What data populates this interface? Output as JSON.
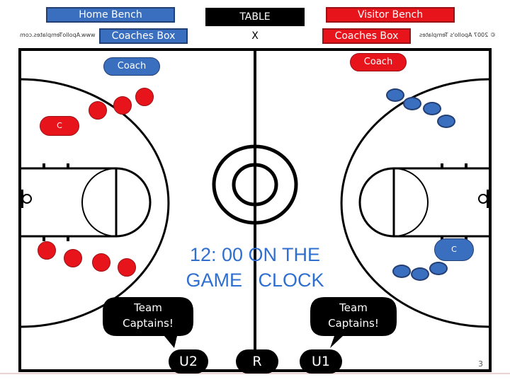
{
  "header": {
    "home_bench": "Home Bench",
    "table": "TABLE",
    "visitor_bench": "Visitor Bench",
    "home_coaches_box": "Coaches Box",
    "table_mark": "X",
    "visitor_coaches_box": "Coaches Box",
    "watermark_left": "www.ApolloTemplates.com",
    "watermark_right": "© 2007 Apollo's Templates"
  },
  "court": {
    "home_coach": "Coach",
    "visitor_coach": "Coach",
    "home_c": "C",
    "visitor_c": "C",
    "clock_line1": "12: 00 ON THE",
    "clock_line2": "GAME   CLOCK"
  },
  "callouts": {
    "left_line1": "Team",
    "left_line2": "Captains!",
    "right_line1": "Team",
    "right_line2": "Captains!"
  },
  "officials": {
    "u2": "U2",
    "r": "R",
    "u1": "U1"
  },
  "footer": {
    "page_number": "3"
  },
  "colors": {
    "home": "#e8141c",
    "visitor": "#3a6fbf",
    "clock_text": "#2f6fcf",
    "court_lines": "#000000"
  }
}
